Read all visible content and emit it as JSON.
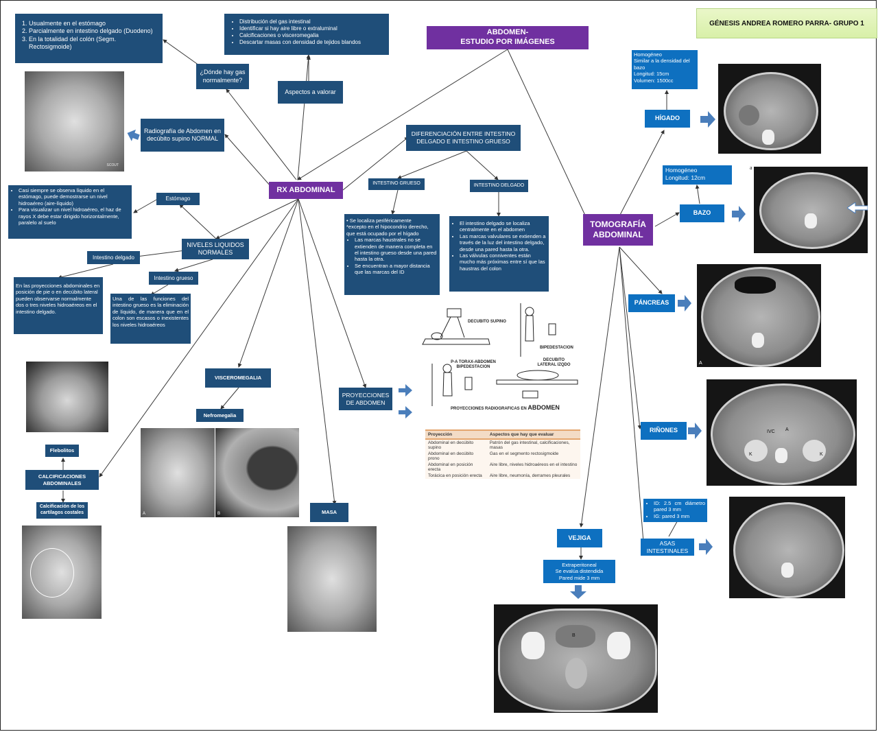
{
  "author": "GÉNESIS ANDREA ROMERO PARRA- GRUPO 1",
  "main_title": [
    "ABDOMEN-",
    "ESTUDIO POR IMÁGENES"
  ],
  "rx": {
    "title": "RX ABDOMINAL",
    "gas_question": "¿Dónde hay gas normalmente?",
    "gas_answers": [
      "Usualmente en el estómago",
      "Parcialmente en intestino delgado (Duodeno)",
      "En la totalidad del colón (Segm. Rectosigmoide)"
    ],
    "aspects_label": "Aspectos a valorar",
    "aspects": [
      "Distribución del gas intestinal",
      "Identificar si hay aire libre o extraluminal",
      "Calcificaciones o visceromegalia",
      "Descartar masas con densidad de tejidos blandos"
    ],
    "normal_xray_label": "Radiografía de Abdomen en decúbito supino NORMAL",
    "xray_scout_label": "SCOUT",
    "differentiation": {
      "title": "DIFERENCIACIÓN ENTRE INTESTINO DELGADO E  INTESTINO GRUESO",
      "grueso_label": "INTESTINO GRUESO",
      "grueso_points": [
        "Se localiza periféricamente",
        "*excepto en el hipocondrio derecho,",
        "que está ocupado por el hígado",
        "Las marcas haustrales no se extienden de manera completa en el intestino  grueso desde una pared  hasta la otra.",
        "Se encuentran a mayor distancia que las marcas del  ID"
      ],
      "delgado_label": "INTESTINO DELGADO",
      "delgado_points": [
        "El intestino delgado se localiza centralmente en el abdomen",
        "Las marcas valvulares se extienden a través de la luz del intestino delgado, desde una pared hasta la otra.",
        "Las válvulas conniventes están mucho más próximas entre sí que las haustras del colon"
      ]
    },
    "niveles": {
      "title": "NIVELES  LIQUIDOS NORMALES",
      "estomago_label": "Estómago",
      "estomago_points": [
        "Casi siempre se observa líquido en el estómago, puede demostrarse  un nivel hidroaéreo (aire-líquido)",
        "Para visualizar un nivel hidroaéreo, el haz de rayos X debe estar dirigido horizontalmente, paralelo al suelo"
      ],
      "delgado_label": "Intestino delgado",
      "delgado_text": "En las proyecciones abdominales en posición de pie o en decúbito lateral pueden observarse normalmente dos o tres niveles hidroaéreos en el intestino delgado.",
      "grueso_label": "Intestino grueso",
      "grueso_text": "Una de las funciones del intestino grueso es la eliminación de líquido, de manera que en el colon son escasos o inexistentes los niveles hidroaéreos"
    },
    "visceromegalia": {
      "title": "VISCEROMEGALIA",
      "sub": "Nefromegalia",
      "img_labels": [
        "A",
        "B"
      ]
    },
    "calcificaciones": {
      "title": "CALCIFICACIONES ABDOMINALES",
      "sub_top": "Flebolitos",
      "sub_bottom": "Calcificación de los cartilagos costales"
    },
    "masa": {
      "title": "MASA"
    },
    "proyecciones": {
      "title": "PROYECCIONES DE ABDOMEN",
      "figure_labels": {
        "supino": "DECUBITO SUPINO",
        "bipedestacion": "BIPEDESTACION",
        "pa": "P-A TORAX-ABDOMEN BIPEDESTACION",
        "lateral": "DECUBITO LATERAL IZQDO",
        "caption_prefix": "PROYECCIONES RADIOGRAFICAS EN",
        "caption_main": "ABDOMEN"
      },
      "table": {
        "headers": [
          "Proyección",
          "Aspectos que hay que evaluar"
        ],
        "rows": [
          [
            "Abdominal en decúbito supino",
            "Patrón del gas intestinal, calcificaciones, masas"
          ],
          [
            "Abdominal en decúbito prono",
            "Gas en el segmento rectosigmoide"
          ],
          [
            "Abdominal en posición erecta",
            "Aire libre, niveles hidroaéreos en el intestino"
          ],
          [
            "Torácica en posición erecta",
            "Aire libre, neumonía, derrames pleurales"
          ]
        ]
      }
    }
  },
  "ct": {
    "title": "TOMOGRAFÍA ABDOMINAL",
    "higado": {
      "label": "HÍGADO",
      "info": [
        "Homogéneo",
        "Similar a la densidad del bazo",
        "Longitud: 15cm",
        "Volumen: 1500cc"
      ]
    },
    "bazo": {
      "label": "BAZO",
      "info": [
        "Homogéneo",
        "Longitud: 12cm"
      ],
      "img_label": "a"
    },
    "pancreas": {
      "label": "PÁNCREAS",
      "img_label": "A"
    },
    "rinones": {
      "label": "RIÑONES",
      "img_labels": [
        "IVC",
        "A",
        "K",
        "K"
      ]
    },
    "asas": {
      "label": "ASAS INTESTINALES",
      "info": [
        "ID: 2.5  cm  diámetro pared 3 mm",
        "IG: pared 3 mm"
      ]
    },
    "vejiga": {
      "label": "VEJIGA",
      "info": [
        "Extraperitoneal",
        "Se evalúa distendida",
        "Pared mide 3 mm"
      ],
      "img_label": "B"
    }
  },
  "colors": {
    "navy": "#1f4e79",
    "blue": "#0e70c0",
    "purple": "#7030a0",
    "arrow": "#4a7ebb",
    "title_bg": "#d8f0a8"
  }
}
